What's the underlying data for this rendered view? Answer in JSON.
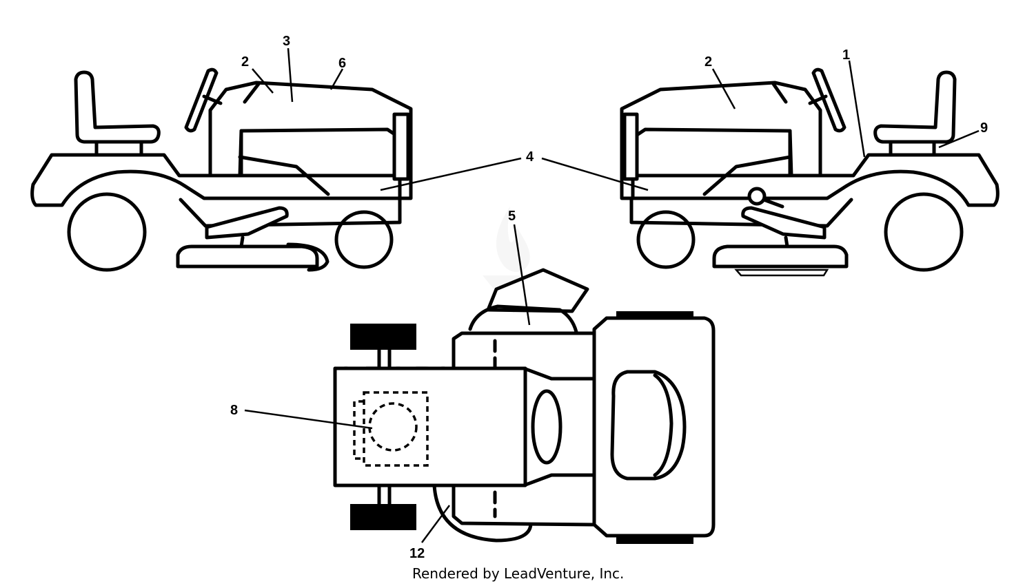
{
  "callouts": [
    "1",
    "2",
    "3",
    "4",
    "5",
    "6",
    "8",
    "9",
    "12"
  ],
  "footer_text": "Rendered by LeadVenture, Inc.",
  "watermark_text": "LEADVENTURE",
  "colors": {
    "line": "#000000",
    "background": "#ffffff",
    "watermark": "#e6e6e6"
  }
}
